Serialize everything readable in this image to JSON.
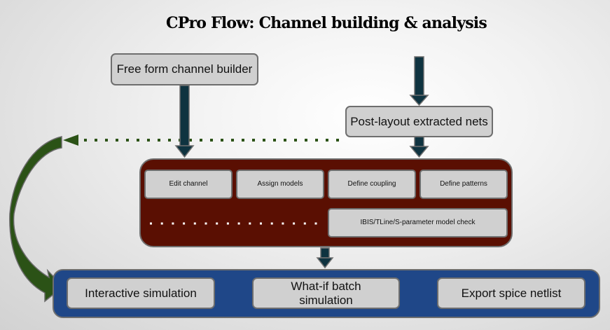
{
  "title": "CPro Flow: Channel building & analysis",
  "inputs": {
    "free_form_builder": "Free form channel builder",
    "post_layout_nets": "Post-layout extracted nets"
  },
  "edit_panel": {
    "color": "#5a0f02",
    "steps": [
      "Edit channel",
      "Assign models",
      "Define coupling",
      "Define patterns"
    ],
    "model_check": "IBIS/TLine/S-parameter model check"
  },
  "sim_panel": {
    "color": "#1f4788",
    "steps": [
      "Interactive simulation",
      "What-if batch simulation",
      "Export spice netlist"
    ]
  },
  "colors": {
    "arrow": "#0f3340",
    "feedback_arrow": "#2b5216",
    "box_fill": "#d0d0d0"
  }
}
